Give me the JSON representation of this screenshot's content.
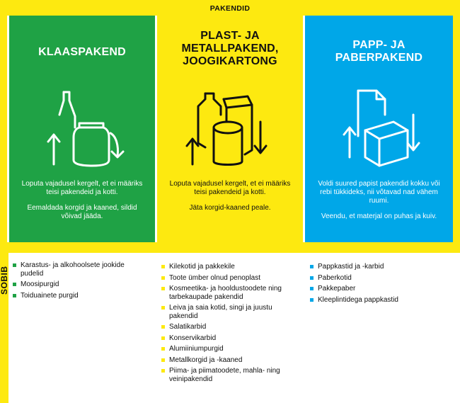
{
  "header": {
    "title": "PAKENDID"
  },
  "side_label": "SOBIB",
  "colors": {
    "yellow": "#fde910",
    "green": "#1fa245",
    "blue": "#00a7e8"
  },
  "panels": {
    "glass": {
      "heading": "KLAASPAKEND",
      "icon": "glass-bottle-jar-recycle-icon",
      "text": [
        "Loputa vajadusel kergelt, et ei määriks teisi pakendeid ja kotti.",
        "Eemaldada korgid ja kaaned, sildid võivad jääda."
      ],
      "items": [
        "Karastus- ja alkohoolsete jookide pudelid",
        "Moosipurgid",
        "Toiduainete purgid"
      ]
    },
    "plastic": {
      "heading": "PLAST- JA\nMETALLPAKEND,\nJOOGIKARTONG",
      "icon": "bottle-can-carton-recycle-icon",
      "text": [
        "Loputa vajadusel kergelt, et ei määriks teisi pakendeid ja kotti.",
        "Jäta korgid-kaaned peale."
      ],
      "items": [
        "Kilekotid ja pakkekile",
        "Toote ümber olnud penoplast",
        "Kosmeetika- ja hooldustoodete ning tarbekaupade pakendid",
        "Leiva ja saia kotid, singi ja juustu pakendid",
        "Salatikarbid",
        "Konservikarbid",
        "Alumiiniumpurgid",
        "Metallkorgid ja -kaaned",
        "Piima- ja piimatoodete, mahla- ning veinipakendid"
      ]
    },
    "paper": {
      "heading": "PAPP- JA\nPABERPAKEND",
      "icon": "paper-box-recycle-icon",
      "text": [
        "Voldi suured papist pakendid kokku või rebi tükkideks, nii võtavad nad vähem ruumi.",
        "Veendu, et materjal on puhas ja kuiv."
      ],
      "items": [
        "Pappkastid ja -karbid",
        "Paberkotid",
        "Pakkepaber",
        "Kleeplintidega pappkastid"
      ]
    }
  }
}
